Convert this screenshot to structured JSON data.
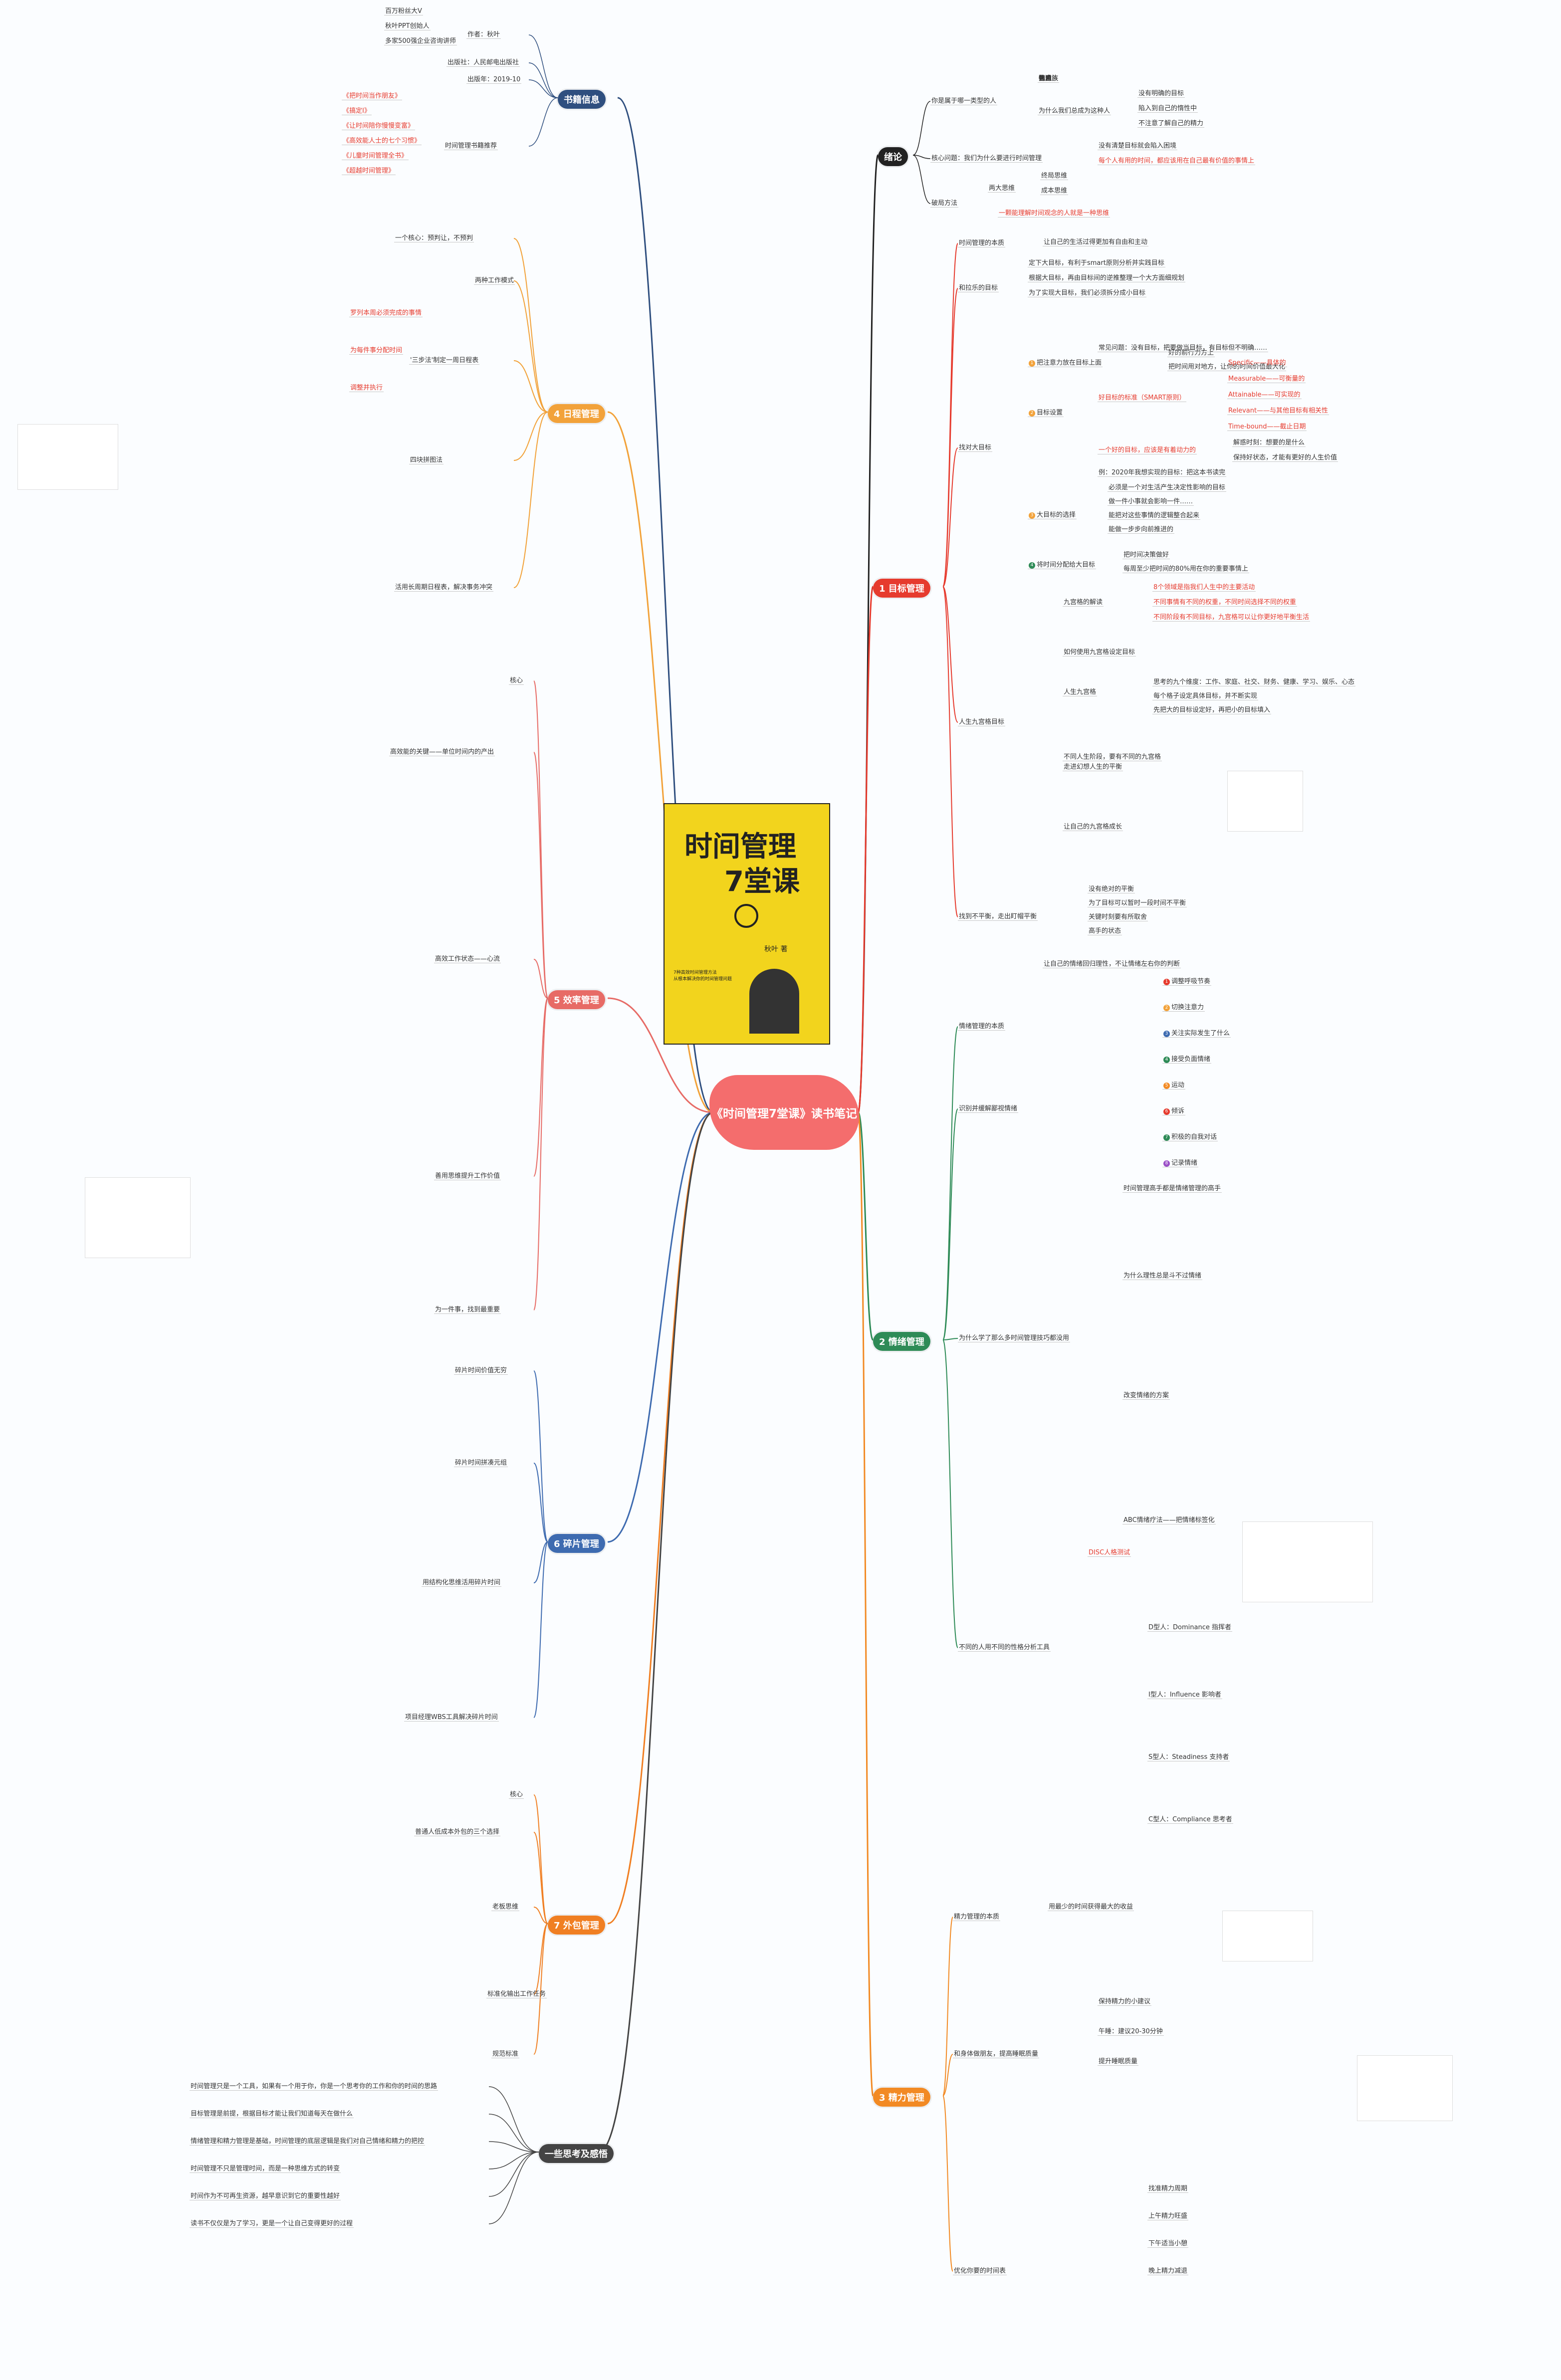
{
  "center": {
    "title": "《时间管理7堂课》读书笔记"
  },
  "book_cover": {
    "title_line1": "时间管理",
    "title_line2": "7堂课",
    "author": "秋叶 著",
    "subtitle": "7种高效时间管理方法",
    "blurb": "从根本解决你的时间管理问题"
  },
  "colors": {
    "center": "#f46d6d",
    "b1": "#e63b2e",
    "b2": "#2e8b57",
    "b3": "#f28a24",
    "b4": "#f2a23a",
    "b5": "#e76b66",
    "b6": "#3e6bb0",
    "b7": "#f07f23",
    "b8": "#444444",
    "book": "#2f4f7f",
    "intro": "#222222"
  },
  "branches": {
    "intro": "绪论",
    "b1": "1 目标管理",
    "b2": "2 情绪管理",
    "b3": "3 精力管理",
    "book": "书籍信息",
    "b4": "4 日程管理",
    "b5": "5 效率管理",
    "b6": "6 碎片管理",
    "b7": "7 外包管理",
    "b8": "一些思考及感悟"
  },
  "book_info": {
    "author": "作者：秋叶",
    "author_sub": [
      "百万粉丝大V",
      "秋叶PPT创始人",
      "多家500强企业咨询讲师"
    ],
    "publisher": "出版社：人民邮电出版社",
    "date": "出版年：2019-10",
    "recommend": "时间管理书籍推荐",
    "books": [
      "《把时间当作朋友》",
      "《搞定I》",
      "《让时间陪你慢慢变富》",
      "《高效能人士的七个习惯》",
      "《儿童时间管理全书》",
      "《超越时间管理》"
    ]
  },
  "intro": {
    "q1": "你是属于哪一类型的人",
    "q1_items": [
      "奔奔族",
      "强迫族",
      "拖宝族",
      "佛系族",
      "焦虑族"
    ],
    "q1_sub": "为什么我们总成为这种人",
    "q1_sub_items": [
      "没有明确的目标",
      "陷入到自己的惰性中",
      "不注意了解自己的精力"
    ],
    "q2": "核心问题：我们为什么要进行时间管理",
    "q2_items": [
      "没有清楚目标就会陷入困境",
      "每个人有用的时间，都应该用在自己最有价值的事情上"
    ],
    "q3": "破局方法",
    "q3_sub": "两大思维",
    "q3_sub_items": [
      "终局思维",
      "成本思维"
    ],
    "q3_red": "一颗能理解时间观念的人就是一种思维"
  },
  "b1": {
    "n1": "时间管理的本质",
    "n1_t": "让自己的生活过得更加有自由和主动",
    "n2": "和拉乐的目标",
    "n2_items": [
      "定下大目标，有利于smart原则分析并实践目标",
      "根据大目标，再由目标间的逆推整理一个大方面细规划",
      "为了实现大目标，我们必须拆分成小目标"
    ],
    "n3": "找对大目标",
    "n3_a": "把注意力放在目标上面",
    "n3_a_items": [
      "好的前行力方上",
      "把时间用对地方，让你的时间价值最大化"
    ],
    "n3_b": "目标设置",
    "n3_b1": "常见问题：没有目标，把要做当目标，有目标但不明确……",
    "n3_b2": "好目标的标准（SMART原则）",
    "smart": [
      "Specific——具体的",
      "Measurable——可衡量的",
      "Attainable——可实现的",
      "Relevant——与其他目标有相关性",
      "Time-bound——截止日期"
    ],
    "n3_b3": "一个好的目标，应该是有着动力的",
    "n3_b3_items": [
      "解惑时刻：想要的是什么",
      "保持好状态，才能有更好的人生价值"
    ],
    "n3_b4": "例：2020年我想实现的目标：把这本书读完",
    "n3_c": "大目标的选择",
    "n3_c_items": [
      "必须是一个对生活产生决定性影响的目标",
      "做一件小事就会影响一件……",
      "能把对这些事情的逻辑整合起来",
      "能做一步步向前推进的"
    ],
    "n3_d": "将时间分配给大目标",
    "n3_d_items": [
      "把时间决策做好",
      "每周至少把时间的80%用在你的重要事情上"
    ],
    "n4": "人生九宫格目标",
    "n4_a": "九宫格的解读",
    "n4_a_items": [
      "8个领域是指我们人生中的主要活动",
      "不同事情有不同的权重，不同时间选择不同的权重",
      "不同阶段有不同目标，九宫格可以让你更好地平衡生活"
    ],
    "n4_b": "如何使用九宫格设定目标",
    "n4_c": "人生九宫格",
    "n4_c_items": [
      "思考的九个维度：工作、家庭、社交、财务、健康、学习、娱乐、心态",
      "每个格子设定具体目标，并不断实现",
      "先把大的目标设定好，再把小的目标填入"
    ],
    "n4_d": "走进幻想人生的平衡",
    "n4_e": "不同人生阶段，要有不同的九宫格",
    "n4_f": "让自己的九宫格成长",
    "n5": "找到不平衡，走出盯帽平衡",
    "n5_items": [
      "没有绝对的平衡",
      "为了目标可以暂时一段时间不平衡",
      "关键时刻要有所取舍",
      "高手的状态"
    ]
  },
  "b2": {
    "n1": "情绪管理的本质",
    "n1_t": "让自己的情绪回归理性，不让情绪左右你的判断",
    "n2": "识别并缓解鄙视情绪",
    "n2_items": [
      "调整呼吸节奏",
      "切换注意力",
      "关注实际发生了什么",
      "接受负面情绪",
      "运动",
      "倾诉",
      "积极的自我对话",
      "记录情绪"
    ],
    "n3": "为什么学了那么多时间管理技巧都没用",
    "n3_a": "时间管理高手都是情绪管理的高手",
    "n3_b": "为什么理性总是斗不过情绪",
    "n3_c": "改变情绪的方案",
    "n3_d": "ABC情绪疗法——把情绪标签化",
    "n4": "不同的人用不同的性格分析工具",
    "n4_a": "DISC人格测试",
    "n4_b": "D型人：Dominance 指挥者",
    "n4_c": "I型人：Influence 影响者",
    "n4_d": "S型人：Steadiness 支持者",
    "n4_e": "C型人：Compliance 思考者"
  },
  "b3": {
    "n1": "精力管理的本质",
    "n1_t": "用最少的时间获得最大的收益",
    "n2": "和身体做朋友，提高睡眠质量",
    "n2_items": [
      "保持精力的小建议",
      "午睡：建议20-30分钟",
      "提升睡眠质量"
    ],
    "n3": "优化你要的时间表",
    "n3_items": [
      "找准精力周期",
      "上午精力旺盛",
      "下午适当小憩",
      "晚上精力减退"
    ]
  },
  "b4": {
    "n1": "一个核心：预判让，不预判",
    "n2": "两种工作模式",
    "n3": "'三步法'制定一周日程表",
    "n3_items": [
      "罗列本周必须完成的事情",
      "为每件事分配时间",
      "调整并执行"
    ],
    "n4": "四块拼图法",
    "n5": "活用长周期日程表，解决事务冲突"
  },
  "b5": {
    "n1": "核心",
    "n2": "高效能的关键——单位时间内的产出",
    "n3": "高效工作状态——心流",
    "n4": "善用思维提升工作价值",
    "n5": "为一件事，找到最重要"
  },
  "b6": {
    "n1": "碎片时间价值无穷",
    "n2": "碎片时间拼凑元组",
    "n3": "用结构化思维活用碎片时间",
    "n4": "项目经理WBS工具解决碎片时间"
  },
  "b7": {
    "n1": "核心",
    "n2": "普通人低成本外包的三个选择",
    "n3": "老板思维",
    "n4": "标准化输出工作任务",
    "n5": "规范标准"
  },
  "b8": {
    "items": [
      "时间管理只是一个工具，如果有一个用于你，你是一个思考你的工作和你的时间的思路",
      "目标管理是前提，根据目标才能让我们知道每天在做什么",
      "情绪管理和精力管理是基础，时间管理的底层逻辑是我们对自己情绪和精力的把控",
      "时间管理不只是管理时间，而是一种思维方式的转变",
      "时间作为不可再生资源，越早意识到它的重要性越好",
      "读书不仅仅是为了学习，更是一个让自己变得更好的过程"
    ]
  }
}
